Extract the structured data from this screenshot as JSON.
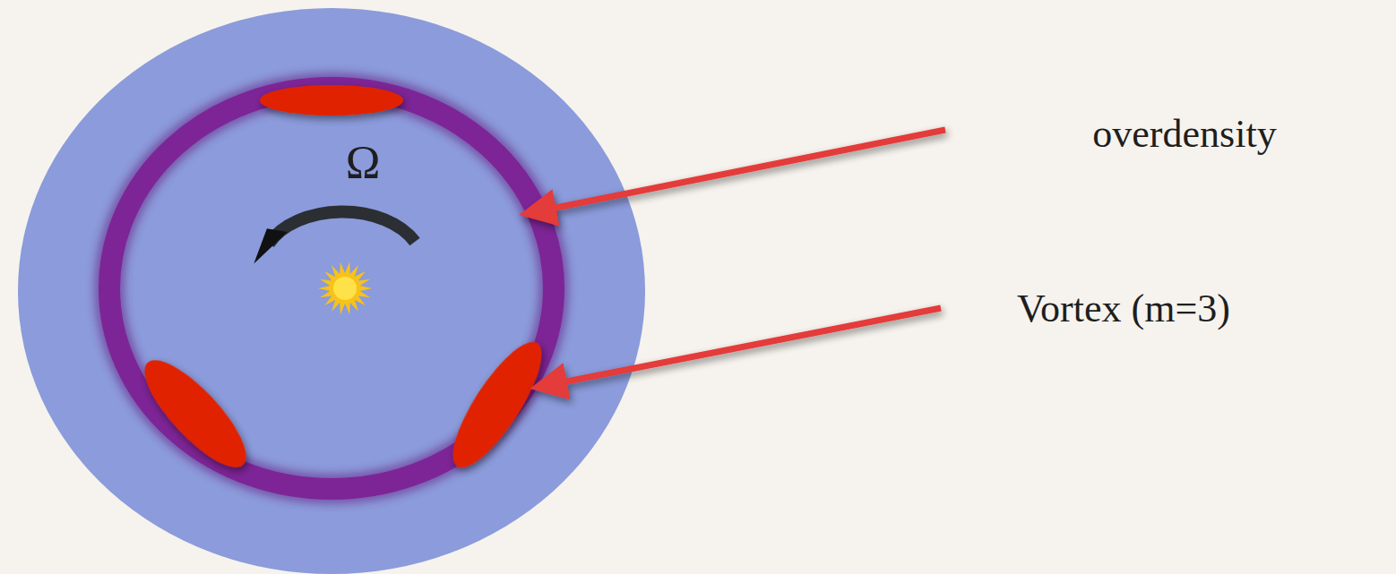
{
  "diagram": {
    "labels": [
      "Ω",
      "overdensity",
      "Vortex (m=3)"
    ]
  }
}
